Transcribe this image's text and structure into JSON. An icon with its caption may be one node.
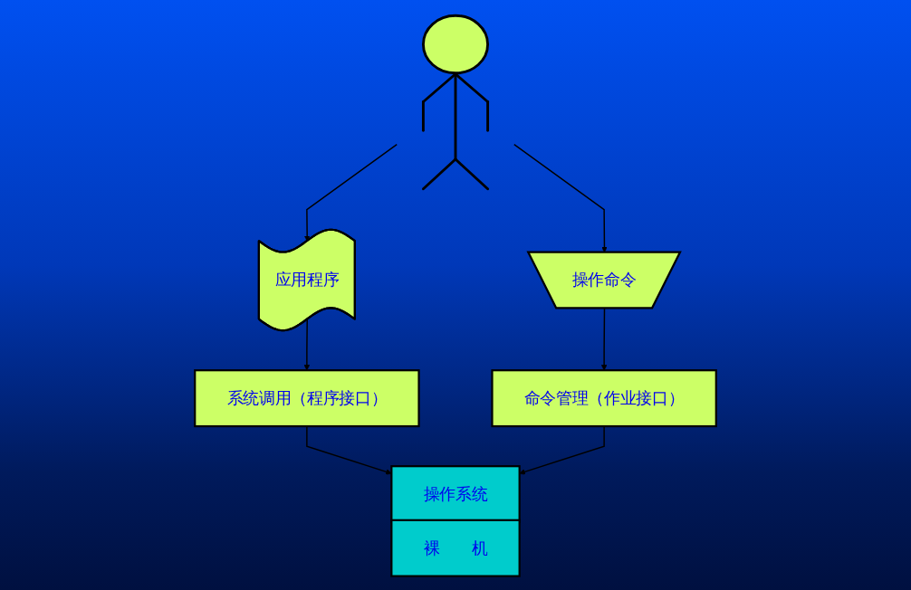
{
  "diagram": {
    "nodes": [
      {
        "text": [],
        "shape": "person"
      },
      {
        "text": [
          "应用程序"
        ]
      },
      {
        "text": [
          "操作命令"
        ]
      },
      {
        "text": [
          "系统调用（程序接口）"
        ]
      },
      {
        "text": [
          "命令管理（作业接口）"
        ]
      },
      {
        "text": [
          "操作系统"
        ]
      },
      {
        "text": [
          "裸　　机"
        ]
      }
    ],
    "edges": [
      {
        "from": 0,
        "to": 1,
        "arrow": "to"
      },
      {
        "from": 0,
        "to": 2,
        "arrow": "to"
      },
      {
        "from": 1,
        "to": 3,
        "arrow": "to"
      },
      {
        "from": 2,
        "to": 4,
        "arrow": "to"
      },
      {
        "from": 3,
        "to": 5,
        "arrow": "to"
      },
      {
        "from": 4,
        "to": 5,
        "arrow": "to"
      }
    ]
  }
}
